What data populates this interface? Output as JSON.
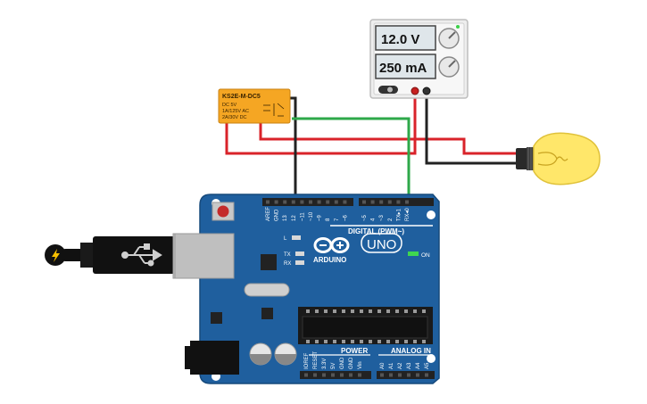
{
  "power_supply": {
    "voltage_display": "12.0 V",
    "current_display": "250 mA"
  },
  "relay": {
    "model": "KS2E-M-DC5",
    "line1": "DC 5V",
    "line2": "1A/125V AC",
    "line3": "2A/30V DC"
  },
  "arduino": {
    "brand": "ARDUINO",
    "model": "UNO",
    "digital_label": "DIGITAL (PWM~)",
    "power_label": "POWER",
    "analog_label": "ANALOG IN",
    "on_label": "ON",
    "led_l": "L",
    "led_tx": "TX",
    "led_rx": "RX",
    "top_header_labels": [
      "AREF",
      "GND",
      "13",
      "12",
      "~11",
      "~10",
      "~9",
      "8",
      "7",
      "~6",
      "~5",
      "4",
      "~3",
      "2",
      "TX▸1",
      "RX◂0"
    ],
    "power_header_labels": [
      "IOREF",
      "RESET",
      "3.3V",
      "5V",
      "GND",
      "GND",
      "Vin"
    ],
    "analog_header_labels": [
      "A0",
      "A1",
      "A2",
      "A3",
      "A4",
      "A5"
    ]
  },
  "colors": {
    "board": "#1f5f9e",
    "wire_red": "#d9232a",
    "wire_black": "#222222",
    "wire_green": "#2ea84a",
    "relay": "#f5a623",
    "bulb": "#ffe76a"
  }
}
